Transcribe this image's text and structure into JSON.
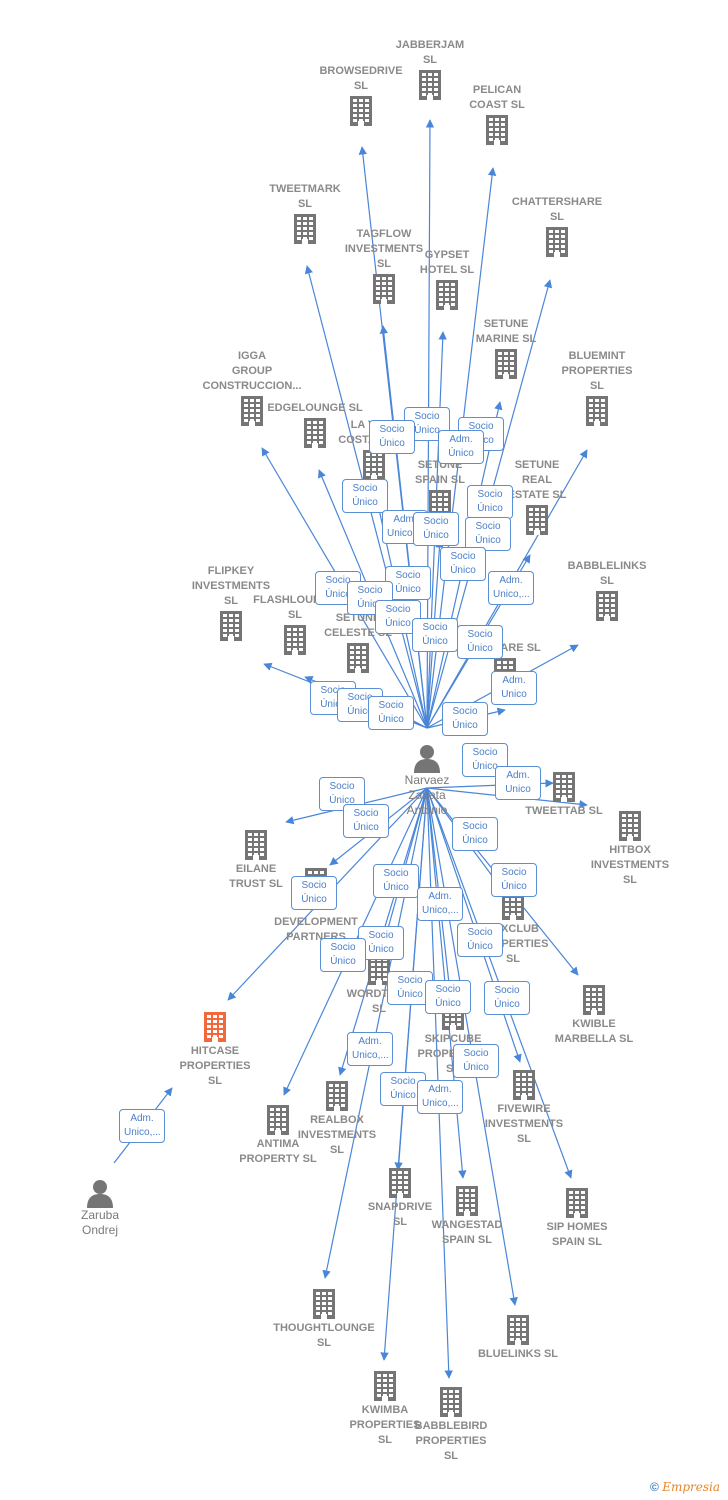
{
  "colors": {
    "edge": "#4a86d8",
    "building": "#757575",
    "highlight": "#f0683c",
    "person": "#757575"
  },
  "people": [
    {
      "id": "narvaez",
      "label": "Narvaez\nZapata\nAntonio"
    },
    {
      "id": "zaruba",
      "label": "Zaruba\nOndrej"
    }
  ],
  "companies": [
    {
      "id": "jabberjam",
      "label": "JABBERJAM\nSL"
    },
    {
      "id": "browsedrive",
      "label": "BROWSEDRIVE\nSL"
    },
    {
      "id": "pelican",
      "label": "PELICAN\nCOAST SL"
    },
    {
      "id": "tweetmark",
      "label": "TWEETMARK\nSL"
    },
    {
      "id": "chattershare",
      "label": "CHATTERSHARE\nSL"
    },
    {
      "id": "tagflow",
      "label": "TAGFLOW\nINVESTMENTS\nSL"
    },
    {
      "id": "gypset",
      "label": "GYPSET\nHOTEL SL"
    },
    {
      "id": "setunemarine",
      "label": "SETUNE\nMARINE SL"
    },
    {
      "id": "igga",
      "label": "IGGA\nGROUP\nCONSTRUCCION..."
    },
    {
      "id": "bluemint",
      "label": "BLUEMINT\nPROPERTIES\nSL"
    },
    {
      "id": "edgelounge",
      "label": "EDGELOUNGE SL"
    },
    {
      "id": "lavela",
      "label": "LA VELA\nCOSTA DEL..."
    },
    {
      "id": "setunespain",
      "label": "SETUNE\nSPAIN SL"
    },
    {
      "id": "setunereal",
      "label": "SETUNE\nREAL\nESTATE SL"
    },
    {
      "id": "flipkey",
      "label": "FLIPKEY\nINVESTMENTS\nSL"
    },
    {
      "id": "babblelinks",
      "label": "BABBLELINKS\nSL"
    },
    {
      "id": "flashlounge",
      "label": "FLASHLOUNGE\nSL"
    },
    {
      "id": "setuneceleste",
      "label": "SETUNE\nCELESTE SL"
    },
    {
      "id": "jaxware",
      "label": "JAXWARE SL"
    },
    {
      "id": "tweettab",
      "label": "TWEETTAB SL"
    },
    {
      "id": "hitbox",
      "label": "HITBOX\nINVESTMENTS\nSL"
    },
    {
      "id": "eilane",
      "label": "EILANE\nTRUST SL"
    },
    {
      "id": "sbdev",
      "label": "SB\nDEVELOPMENT\nPARTNERS"
    },
    {
      "id": "jaxclub",
      "label": "JAXCLUB\nPROPERTIES\nSL"
    },
    {
      "id": "hitcase",
      "label": "HITCASE\nPROPERTIES\nSL"
    },
    {
      "id": "wordtune",
      "label": "WORDTUNE\nSL"
    },
    {
      "id": "kwible",
      "label": "KWIBLE\nMARBELLA SL"
    },
    {
      "id": "skipcube",
      "label": "SKIPCUBE\nPROPERTIES\nSL"
    },
    {
      "id": "fivewire",
      "label": "FIVEWIRE\nINVESTMENTS\nSL"
    },
    {
      "id": "antima",
      "label": "ANTIMA\nPROPERTY SL"
    },
    {
      "id": "realbox",
      "label": "REALBOX\nINVESTMENTS\nSL"
    },
    {
      "id": "snapdrive",
      "label": "SNAPDRIVE\nSL"
    },
    {
      "id": "wangestad",
      "label": "WANGESTAD\nSPAIN SL"
    },
    {
      "id": "siphomes",
      "label": "SIP HOMES\nSPAIN SL"
    },
    {
      "id": "thoughtlounge",
      "label": "THOUGHTLOUNGE\nSL"
    },
    {
      "id": "bluelinks",
      "label": "BLUELINKS SL"
    },
    {
      "id": "kwimba",
      "label": "KWIMBA\nPROPERTIES\nSL"
    },
    {
      "id": "babblebird",
      "label": "BABBLEBIRD\nPROPERTIES\nSL"
    }
  ],
  "edges": [
    {
      "from": "narvaez",
      "to": "jabberjam"
    },
    {
      "from": "narvaez",
      "to": "browsedrive"
    },
    {
      "from": "narvaez",
      "to": "pelican"
    },
    {
      "from": "narvaez",
      "to": "tweetmark"
    },
    {
      "from": "narvaez",
      "to": "chattershare"
    },
    {
      "from": "narvaez",
      "to": "tagflow"
    },
    {
      "from": "narvaez",
      "to": "gypset"
    },
    {
      "from": "narvaez",
      "to": "setunemarine"
    },
    {
      "from": "narvaez",
      "to": "igga"
    },
    {
      "from": "narvaez",
      "to": "bluemint"
    },
    {
      "from": "narvaez",
      "to": "edgelounge"
    },
    {
      "from": "narvaez",
      "to": "lavela"
    },
    {
      "from": "narvaez",
      "to": "setunespain"
    },
    {
      "from": "narvaez",
      "to": "setunereal"
    },
    {
      "from": "narvaez",
      "to": "flipkey"
    },
    {
      "from": "narvaez",
      "to": "babblelinks"
    },
    {
      "from": "narvaez",
      "to": "flashlounge"
    },
    {
      "from": "narvaez",
      "to": "setuneceleste"
    },
    {
      "from": "narvaez",
      "to": "jaxware"
    },
    {
      "from": "narvaez",
      "to": "tweettab"
    },
    {
      "from": "narvaez",
      "to": "hitbox"
    },
    {
      "from": "narvaez",
      "to": "eilane"
    },
    {
      "from": "narvaez",
      "to": "sbdev"
    },
    {
      "from": "narvaez",
      "to": "jaxclub"
    },
    {
      "from": "narvaez",
      "to": "hitcase"
    },
    {
      "from": "narvaez",
      "to": "wordtune"
    },
    {
      "from": "narvaez",
      "to": "kwible"
    },
    {
      "from": "narvaez",
      "to": "skipcube"
    },
    {
      "from": "narvaez",
      "to": "fivewire"
    },
    {
      "from": "narvaez",
      "to": "antima"
    },
    {
      "from": "narvaez",
      "to": "realbox"
    },
    {
      "from": "narvaez",
      "to": "snapdrive"
    },
    {
      "from": "narvaez",
      "to": "wangestad"
    },
    {
      "from": "narvaez",
      "to": "siphomes"
    },
    {
      "from": "narvaez",
      "to": "thoughtlounge"
    },
    {
      "from": "narvaez",
      "to": "bluelinks"
    },
    {
      "from": "narvaez",
      "to": "kwimba"
    },
    {
      "from": "narvaez",
      "to": "babblebird"
    },
    {
      "from": "zaruba",
      "to": "hitcase"
    }
  ],
  "badges": [
    {
      "id": "b1",
      "label": "Socio\nÚnico"
    },
    {
      "id": "b2",
      "label": "Socio\nÚnico"
    },
    {
      "id": "b3",
      "label": "Socio\nÚnico"
    },
    {
      "id": "b4",
      "label": "Adm.\nÚnico"
    },
    {
      "id": "b5",
      "label": "Socio\nÚnico"
    },
    {
      "id": "b6",
      "label": "Socio\nÚnico"
    },
    {
      "id": "b7",
      "label": "Adm.\nUnico,..."
    },
    {
      "id": "b8",
      "label": "Socio\nÚnico"
    },
    {
      "id": "b9",
      "label": "Socio\nÚnico"
    },
    {
      "id": "b10",
      "label": "Socio\nÚnico"
    },
    {
      "id": "b11",
      "label": "Socio\nÚnico"
    },
    {
      "id": "b12",
      "label": "Socio\nÚnico"
    },
    {
      "id": "b13",
      "label": "Adm.\nUnico,..."
    },
    {
      "id": "b14",
      "label": "Socio\nÚnico"
    },
    {
      "id": "b15",
      "label": "Socio\nÚnico"
    },
    {
      "id": "b16",
      "label": "Socio\nÚnico"
    },
    {
      "id": "b17",
      "label": "Socio\nÚnico"
    },
    {
      "id": "b18",
      "label": "Socio\nÚnico"
    },
    {
      "id": "b19",
      "label": "Socio\nÚnico"
    },
    {
      "id": "b20",
      "label": "Socio\nÚnico"
    },
    {
      "id": "b21",
      "label": "Adm.\nUnico"
    },
    {
      "id": "b22",
      "label": "Socio\nÚnico"
    },
    {
      "id": "b23",
      "label": "Socio\nÚnico"
    },
    {
      "id": "b24",
      "label": "Adm.\nUnico"
    },
    {
      "id": "b25",
      "label": "Socio\nÚnico"
    },
    {
      "id": "b26",
      "label": "Socio\nÚnico"
    },
    {
      "id": "b27",
      "label": "Socio\nÚnico"
    },
    {
      "id": "b28",
      "label": "Socio\nÚnico"
    },
    {
      "id": "b29",
      "label": "Socio\nÚnico"
    },
    {
      "id": "b30",
      "label": "Socio\nÚnico"
    },
    {
      "id": "b31",
      "label": "Adm.\nUnico,..."
    },
    {
      "id": "b32",
      "label": "Socio\nÚnico"
    },
    {
      "id": "b33",
      "label": "Socio\nÚnico"
    },
    {
      "id": "b34",
      "label": "Socio\nÚnico"
    },
    {
      "id": "b35",
      "label": "Socio\nÚnico"
    },
    {
      "id": "b36",
      "label": "Socio\nÚnico"
    },
    {
      "id": "b37",
      "label": "Socio\nÚnico"
    },
    {
      "id": "b38",
      "label": "Adm.\nUnico,..."
    },
    {
      "id": "b39",
      "label": "Socio\nÚnico"
    },
    {
      "id": "b40",
      "label": "Socio\nÚnico"
    },
    {
      "id": "b41",
      "label": "Adm.\nUnico,..."
    }
  ],
  "footer": {
    "copyright": "©",
    "brand": "Empresia"
  }
}
